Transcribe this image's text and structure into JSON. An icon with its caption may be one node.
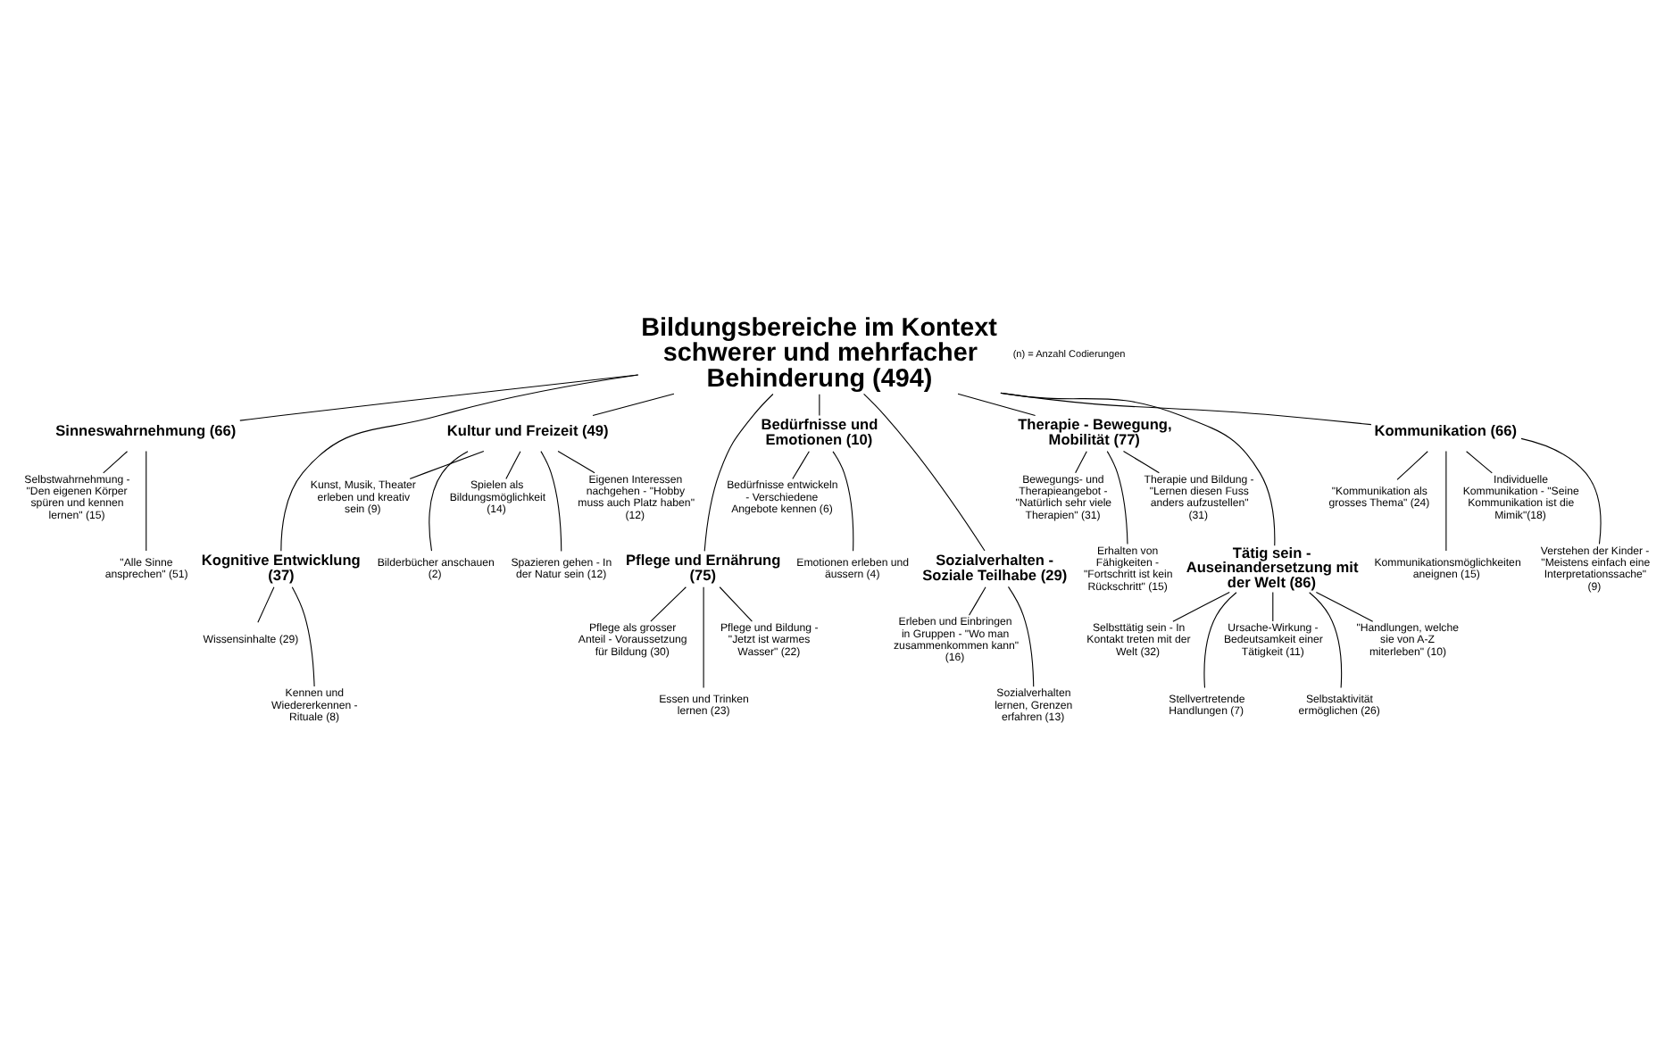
{
  "diagram": {
    "nodes": [
      {
        "text": [
          "Bildungsbereiche im Kontext schwerer und mehrfacher Behinderung (494)"
        ]
      },
      {
        "text": [
          "Sinneswahrnehmung (66)"
        ]
      },
      {
        "text": [
          "Selbstwahrnehmung - \"Den eigenen Körper spüren und kennen lernen\" (15)"
        ]
      },
      {
        "text": [
          "\"Alle Sinne ansprechen\" (51)"
        ]
      },
      {
        "text": [
          "Kognitive Entwicklung (37)"
        ]
      },
      {
        "text": [
          "Wissensinhalte (29)"
        ]
      },
      {
        "text": [
          "Kennen und Wiedererkennen - Rituale (8)"
        ]
      },
      {
        "text": [
          "Kultur und Freizeit (49)"
        ]
      },
      {
        "text": [
          "Kunst, Musik, Theater erleben und kreativ sein (9)"
        ]
      },
      {
        "text": [
          "Bilderbücher anschauen (2)"
        ]
      },
      {
        "text": [
          "Spielen als Bildungsmöglichkeit (14)"
        ]
      },
      {
        "text": [
          "Spazieren gehen - In der Natur sein (12)"
        ]
      },
      {
        "text": [
          "Eigenen Interessen nachgehen - \"Hobby muss auch Platz haben\" (12)"
        ]
      },
      {
        "text": [
          "Pflege und Ernährung (75)"
        ]
      },
      {
        "text": [
          "Pflege als grosser Anteil - Voraussetzung für Bildung (30)"
        ]
      },
      {
        "text": [
          "Essen und Trinken lernen (23)"
        ]
      },
      {
        "text": [
          "Pflege und Bildung - \"Jetzt ist warmes Wasser\" (22)"
        ]
      },
      {
        "text": [
          "Bedürfnisse und Emotionen (10)"
        ]
      },
      {
        "text": [
          "Bedürfnisse entwickeln - Verschiedene Angebote kennen (6)"
        ]
      },
      {
        "text": [
          "Emotionen erleben und äussern (4)"
        ]
      },
      {
        "text": [
          "Sozialverhalten - Soziale Teilhabe (29)"
        ]
      },
      {
        "text": [
          "Erleben und Einbringen in Gruppen - \"Wo man zusammenkommen kann\" (16)"
        ]
      },
      {
        "text": [
          "Sozialverhalten lernen, Grenzen erfahren (13)"
        ]
      },
      {
        "text": [
          "Therapie - Bewegung, Mobilität (77)"
        ]
      },
      {
        "text": [
          "Bewegungs- und Therapieangebot - \"Natürlich sehr viele Therapien\" (31)"
        ]
      },
      {
        "text": [
          "Erhalten von Fähigkeiten - \"Fortschritt ist kein Rückschritt\" (15)"
        ]
      },
      {
        "text": [
          "Therapie und Bildung - \"Lernen diesen Fuss anders aufzustellen\" (31)"
        ]
      },
      {
        "text": [
          "Tätig sein - Auseinandersetzung mit der Welt (86)"
        ]
      },
      {
        "text": [
          "Selbsttätig sein - In Kontakt treten mit der Welt (32)"
        ]
      },
      {
        "text": [
          "Stellvertretende Handlungen (7)"
        ]
      },
      {
        "text": [
          "Ursache-Wirkung - Bedeutsamkeit einer Tätigkeit (11)"
        ]
      },
      {
        "text": [
          "Selbstaktivität ermöglichen (26)"
        ]
      },
      {
        "text": [
          "\"Handlungen, welche sie von A-Z miterleben\" (10)"
        ]
      },
      {
        "text": [
          "Kommunikation (66)"
        ]
      },
      {
        "text": [
          "\"Kommunikation als grosses Thema\" (24)"
        ]
      },
      {
        "text": [
          "Kommunikationsmöglichkeiten aneignen (15)"
        ]
      },
      {
        "text": [
          "Individuelle Kommunikation - \"Seine Kommunikation ist die Mimik\"(18)"
        ]
      },
      {
        "text": [
          "Verstehen der Kinder - \"Meistens einfach eine Interpretationssache\" (9)"
        ]
      }
    ],
    "edges": [
      {
        "from": 0,
        "to": 1,
        "arrow": "none"
      },
      {
        "from": 0,
        "to": 4,
        "arrow": "none"
      },
      {
        "from": 0,
        "to": 7,
        "arrow": "none"
      },
      {
        "from": 0,
        "to": 13,
        "arrow": "none"
      },
      {
        "from": 0,
        "to": 17,
        "arrow": "none"
      },
      {
        "from": 0,
        "to": 20,
        "arrow": "none"
      },
      {
        "from": 0,
        "to": 23,
        "arrow": "none"
      },
      {
        "from": 0,
        "to": 27,
        "arrow": "none"
      },
      {
        "from": 0,
        "to": 33,
        "arrow": "none"
      },
      {
        "from": 1,
        "to": 2,
        "arrow": "none"
      },
      {
        "from": 1,
        "to": 3,
        "arrow": "none"
      },
      {
        "from": 4,
        "to": 5,
        "arrow": "none"
      },
      {
        "from": 4,
        "to": 6,
        "arrow": "none"
      },
      {
        "from": 7,
        "to": 8,
        "arrow": "none"
      },
      {
        "from": 7,
        "to": 9,
        "arrow": "none"
      },
      {
        "from": 7,
        "to": 10,
        "arrow": "none"
      },
      {
        "from": 7,
        "to": 11,
        "arrow": "none"
      },
      {
        "from": 7,
        "to": 12,
        "arrow": "none"
      },
      {
        "from": 13,
        "to": 14,
        "arrow": "none"
      },
      {
        "from": 13,
        "to": 15,
        "arrow": "none"
      },
      {
        "from": 13,
        "to": 16,
        "arrow": "none"
      },
      {
        "from": 17,
        "to": 18,
        "arrow": "none"
      },
      {
        "from": 17,
        "to": 19,
        "arrow": "none"
      },
      {
        "from": 20,
        "to": 21,
        "arrow": "none"
      },
      {
        "from": 20,
        "to": 22,
        "arrow": "none"
      },
      {
        "from": 23,
        "to": 24,
        "arrow": "none"
      },
      {
        "from": 23,
        "to": 25,
        "arrow": "none"
      },
      {
        "from": 23,
        "to": 26,
        "arrow": "none"
      },
      {
        "from": 27,
        "to": 28,
        "arrow": "none"
      },
      {
        "from": 27,
        "to": 29,
        "arrow": "none"
      },
      {
        "from": 27,
        "to": 30,
        "arrow": "none"
      },
      {
        "from": 27,
        "to": 31,
        "arrow": "none"
      },
      {
        "from": 27,
        "to": 32,
        "arrow": "none"
      },
      {
        "from": 33,
        "to": 34,
        "arrow": "none"
      },
      {
        "from": 33,
        "to": 35,
        "arrow": "none"
      },
      {
        "from": 33,
        "to": 36,
        "arrow": "none"
      },
      {
        "from": 33,
        "to": 37,
        "arrow": "none"
      }
    ],
    "labels": [
      "(n) = Anzahl Codierungen"
    ]
  }
}
